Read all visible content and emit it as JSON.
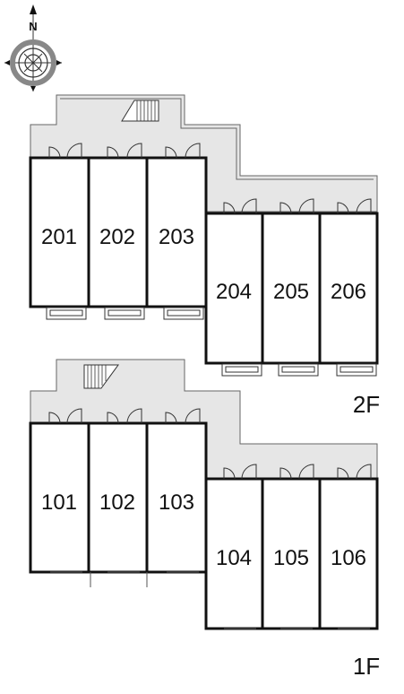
{
  "compass": {
    "north_label": "N"
  },
  "floors": [
    {
      "name": "2F",
      "units": [
        "201",
        "202",
        "203",
        "204",
        "205",
        "206"
      ]
    },
    {
      "name": "1F",
      "units": [
        "101",
        "102",
        "103",
        "104",
        "105",
        "106"
      ]
    }
  ],
  "colors": {
    "corridor": "#e6e6e6",
    "wall": "#111111",
    "line": "#555555"
  },
  "icons": [
    "compass-icon",
    "stair-icon",
    "door-icon",
    "balcony-icon"
  ]
}
